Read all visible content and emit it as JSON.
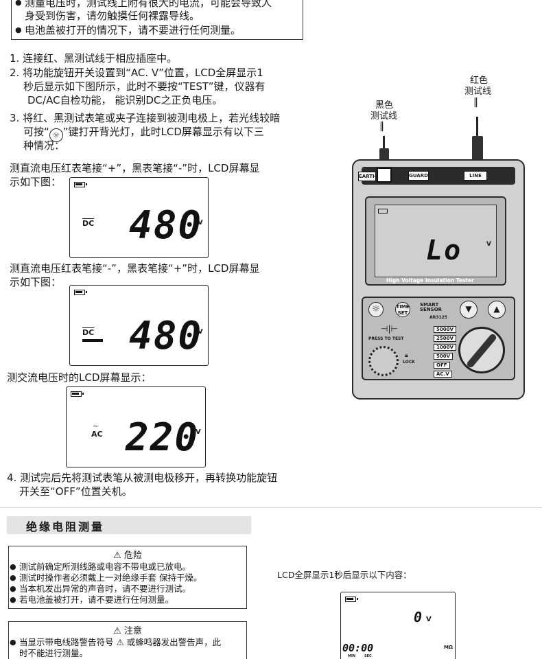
{
  "warning_top": {
    "line1": "测量电压时，测试线上附有很大的电流，可能会导致人",
    "line2": "身受到伤害，请勿触摸任何裸露导线。",
    "line3": "电池盖被打开的情况下，请不要进行任何测量。"
  },
  "steps": {
    "s1": "1. 连接红、黑测试线于相应插座中。",
    "s2a": "2. 将功能旋钮开关设置到“AC. V”位置，LCD全屏显示1",
    "s2b": "秒后显示如下图所示，此时不要按“TEST”键，仪器有",
    "s2c": "DC/AC自检功能，   能识别DC之正负电压。",
    "s3a": "3. 将红、黑测试表笔或夹子连接到被测电极上，若光线较暗",
    "s3b_pre": "可按“",
    "s3b_post": "”键打开背光灯，此时LCD屏幕显示有以下三",
    "s3c": "种情况：",
    "s4a": "4. 测试完后先将测试表笔从被测电极移开，再转换功能旋钮",
    "s4b": "开关至“OFF”位置关机。"
  },
  "cases": {
    "c1a": "测直流电压红表笔接“+”，黑表笔接“-”时，LCD屏幕显",
    "c1b": "示如下图：",
    "c2a": "测直流电压红表笔接“-”，黑表笔接“+”时，LCD屏幕显",
    "c2b": "示如下图：",
    "c3": "测交流电压时的LCD屏幕显示："
  },
  "lcd1": {
    "mode": "DC",
    "value": "480",
    "unit": "V"
  },
  "lcd2": {
    "mode": "DC",
    "value": "480",
    "unit": "V"
  },
  "lcd3": {
    "mode": "AC",
    "value": "220",
    "unit": "V"
  },
  "device": {
    "label_black_1": "黑色",
    "label_black_2": "测试线",
    "label_red_1": "红色",
    "label_red_2": "测试线",
    "jack_earth": "EARTH",
    "jack_guard": "GUARD",
    "jack_line": "LINE",
    "lcd_value": "Lo",
    "lcd_unit": "V",
    "lcd_caption": "High Voltage Insulation Tester",
    "btn_time": "TIME SET",
    "brand_1": "SMART",
    "brand_2": "SENSOR",
    "model": "AR3125",
    "press_to_test": "PRESS TO TEST",
    "lock": "LOCK",
    "ranges": [
      "5000V",
      "2500V",
      "1000V",
      "500V",
      "OFF",
      "AC.V"
    ]
  },
  "section": {
    "title": "绝缘电阻测量"
  },
  "danger": {
    "title": "⚠ 危险",
    "items": [
      "测试前确定所测线路或电容不带电或已放电。",
      "测试时操作者必须戴上一对绝缘手套   保持干燥。",
      "当本机发出异常的声音时，请不要进行测试。",
      "若电池盖被打开，请不要进行任何测量。"
    ]
  },
  "caution": {
    "title": "⚠ 注意",
    "line1": "当显示带电线路警告符号  ⚠  或蜂鸣器发出警告声，此",
    "line2": "时不能进行测量。"
  },
  "lcd_full": {
    "caption": "LCD全屏显示1秒后显示以下内容：",
    "value": "0",
    "unit": "V",
    "time": "00:00",
    "min": "MIN",
    "sec": "SEC",
    "ohm": "MΩ"
  }
}
